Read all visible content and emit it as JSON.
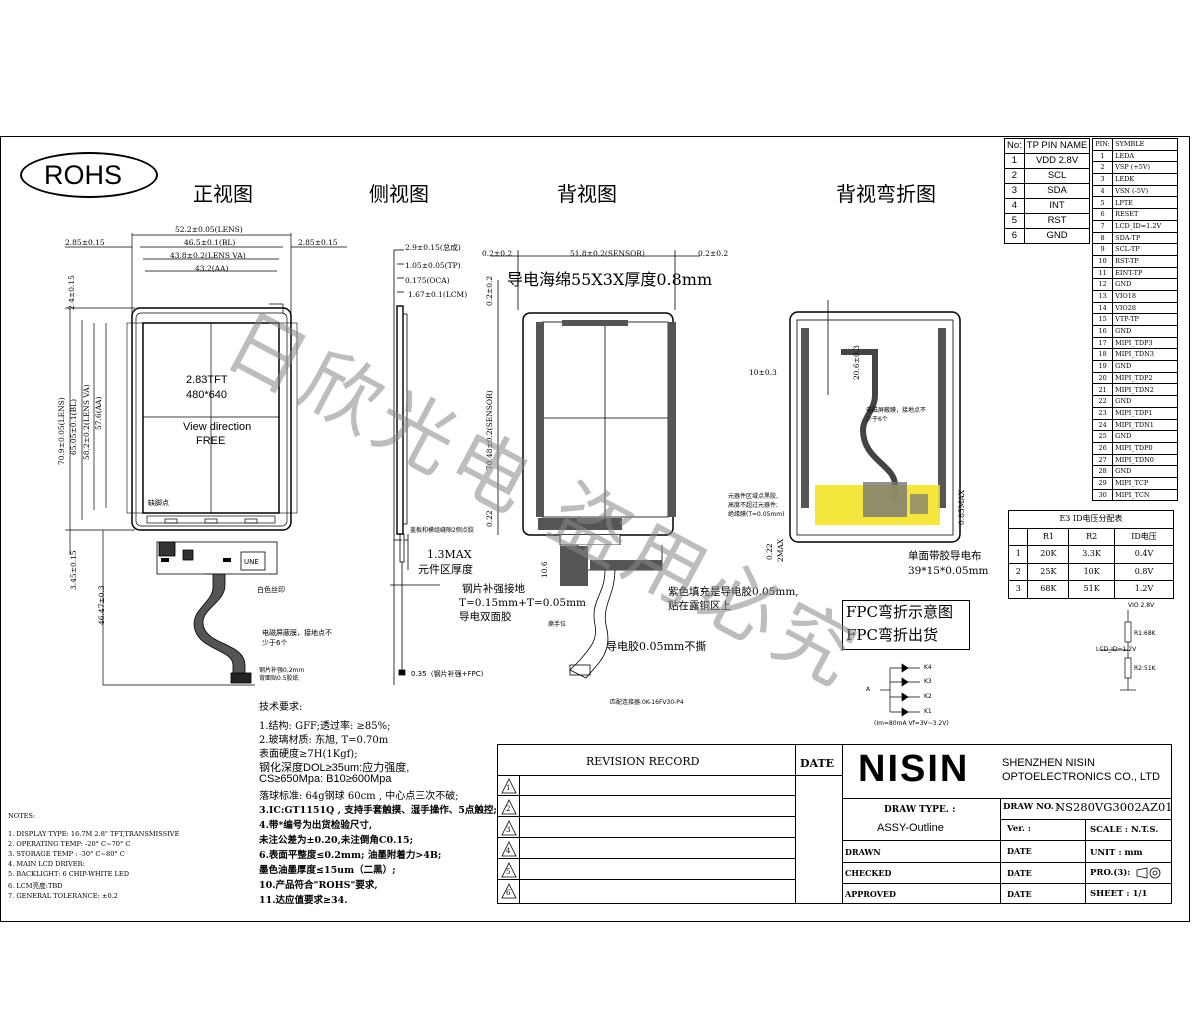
{
  "logo": {
    "rohs": "ROHS"
  },
  "views": {
    "front": "正视图",
    "side": "侧视图",
    "back": "背视图",
    "back_fold": "背视弯折图"
  },
  "front_dims": {
    "lens_w": "52.2±0.05(LENS)",
    "bl_w": "46.5±0.1(BL)",
    "lens_va": "43.8±0.2(LENS VA)",
    "aa": "43.2(AA)",
    "left_off": "2.85±0.15",
    "right_off": "2.85±0.15",
    "top_off": "2.4±0.15",
    "lens_h": "70.9±0.05(LENS)",
    "bl_h": "65.05±0.1(BL)",
    "va_h": "58.2±0.2(LENS VA)",
    "aa_h": "57.6(AA)",
    "bottom_off": "3.45±0.15",
    "total_h": "46.47±0.3",
    "center_text_1": "2.83TFT",
    "center_text_2": "480*640",
    "center_text_3": "View direction",
    "center_text_4": "FREE",
    "corner_mark": "缺脚点",
    "silk": "白色丝印",
    "shield_note_1": "电磁屏蔽膜，接地点不",
    "shield_note_2": "少于6个",
    "fpc_note_1": "钢片补强0.2mm",
    "fpc_note_2": "背面贴0.5胶纸",
    "fpc_label": "UNE"
  },
  "side_dims": {
    "total": "2.9±0.15(总成)",
    "tp": "1.05±0.05(TP)",
    "oca": "0.175(OCA)",
    "lcm": "1.67±0.1(LCM)",
    "gap_note": "盖板和模组缝隙2侧点胶",
    "max": "1.3MAX",
    "max_note": "元件区厚度",
    "bottom": "0.35（钢片补强+FPC)"
  },
  "back_dims": {
    "sensor_w": "51.8±0.2(SENSOR)",
    "left": "0.2±0.2",
    "right": "0.2±0.2",
    "top": "0.2±0.2",
    "sensor_h": "70.48±0.2(SENSOR)",
    "bottom": "0.22",
    "foam": "导电海绵55X3X厚度0.8mm",
    "fpc_len": "10.6",
    "steel_1": "钢片补强接地",
    "steel_2": "T=0.15mm+T=0.05mm",
    "steel_3": "导电双面胶",
    "purple_1": "紫色填充是导电胶0.05mm,",
    "purple_2": "贴在露铜区上",
    "tape_note": "撕手位",
    "cond": "导电胶0.05mm不撕",
    "connector": "匹配连接器:0K-16FV30-P4"
  },
  "fold_dims": {
    "d1": "10±0.3",
    "d2": "20.6±0.3",
    "shield_1": "电磁屏蔽膜，接地点不",
    "shield_2": "少于6个",
    "comp_1": "元器件区域点黑胶,",
    "comp_2": "高度不超过元器件;",
    "comp_3": "绝缘膜(T=0.05mm)",
    "h1": "0.22",
    "h2": "2MAX",
    "h3": "0.85MAX",
    "tape_1": "单面带胶导电布",
    "tape_2": "39*15*0.05mm",
    "fpc_show": "FPC弯折示意图",
    "fpc_ship": "FPC弯折出货"
  },
  "tp_table": {
    "headers": [
      "No:",
      "TP PIN NAME"
    ],
    "rows": [
      [
        "1",
        "VDD 2.8V"
      ],
      [
        "2",
        "SCL"
      ],
      [
        "3",
        "SDA"
      ],
      [
        "4",
        "INT"
      ],
      [
        "5",
        "RST"
      ],
      [
        "6",
        "GND"
      ]
    ]
  },
  "pin_table": {
    "headers": [
      "PIN:",
      "SYMBLE"
    ],
    "rows": [
      [
        "1",
        "LEDA"
      ],
      [
        "2",
        "VSP (+5V)"
      ],
      [
        "3",
        "LEDK"
      ],
      [
        "4",
        "VSN (-5V)"
      ],
      [
        "5",
        "LPTE"
      ],
      [
        "6",
        "RESET"
      ],
      [
        "7",
        "LCD_ID=1.2V"
      ],
      [
        "8",
        "SDA-TP"
      ],
      [
        "9",
        "SCL-TP"
      ],
      [
        "10",
        "RST-TP"
      ],
      [
        "11",
        "EINT-TP"
      ],
      [
        "12",
        "GND"
      ],
      [
        "13",
        "VIO18"
      ],
      [
        "14",
        "VIO28"
      ],
      [
        "15",
        "VTP-TP"
      ],
      [
        "16",
        "GND"
      ],
      [
        "17",
        "MIPI_TDP3"
      ],
      [
        "18",
        "MIPI_TDN3"
      ],
      [
        "19",
        "GND"
      ],
      [
        "20",
        "MIPI_TDP2"
      ],
      [
        "21",
        "MIPI_TDN2"
      ],
      [
        "22",
        "GND"
      ],
      [
        "23",
        "MIPI_TDP1"
      ],
      [
        "24",
        "MIPI_TDN1"
      ],
      [
        "25",
        "GND"
      ],
      [
        "26",
        "MIPI_TDP0"
      ],
      [
        "27",
        "MIPI_TDN0"
      ],
      [
        "28",
        "GND"
      ],
      [
        "29",
        "MIPI_TCP"
      ],
      [
        "30",
        "MIPI_TCN"
      ]
    ]
  },
  "e3_table": {
    "title": "E3 ID电压分配表",
    "headers": [
      "",
      "R1",
      "R2",
      "ID电压"
    ],
    "rows": [
      [
        "1",
        "20K",
        "3.3K",
        "0.4V"
      ],
      [
        "2",
        "25K",
        "10K",
        "0.8V"
      ],
      [
        "3",
        "68K",
        "51K",
        "1.2V"
      ]
    ]
  },
  "circuit": {
    "vio": "VIO 2.8V",
    "r1": "R1:68K",
    "lcd_id": "LCD_ID=1.2V",
    "r2": "R2:51K",
    "k4": "K4",
    "k3": "K3",
    "k2": "K2",
    "k1": "K1",
    "a": "A",
    "spec": "(Im=80mA   Vf=3V~3.2V)"
  },
  "tech": {
    "title": "技术要求:",
    "lines": [
      "1.结构: GFF;透过率: ≥85%;",
      "2.玻璃材质: 东旭, T=0.70m",
      "  表面硬度≥7H(1Kgf);",
      "钢化深度DOL≥35um:应力强度,",
      "CS≥650Mpa: B10≥600Mpa",
      "落球标准: 64g钢球  60cm , 中心点三次不破;"
    ],
    "bold_lines": [
      "3.IC:GT1151Q , 支持手套触摸、湿手操作、5点触控;",
      "4.带*编号为出货检验尺寸,",
      "未注公差为±0.20,未注倒角C0.15;",
      "6.表面平整度≤0.2mm; 油墨附着力>4B;",
      "墨色油墨厚度≤15um（二黑）;",
      "10.产品符合\"ROHS\"要求,",
      "11.达应值要求≥34."
    ]
  },
  "notes": {
    "title": "NOTES:",
    "lines": [
      "1. DISPLAY TYPE: 16.7M  2.8\" TFT,TRANSMISSIVE",
      "2. OPERATING TEMP: -20° C~70° C",
      "3. STORAGE TEMP : -30° C~80° C",
      "4. MAIN LCD DRIVER:",
      "5. BACKLIGHT: 6 CHIP-WHITE LED",
      "6. LCM亮度:TBD",
      "7. GENERAL TOLERANCE: ±0.2"
    ]
  },
  "title_block": {
    "revision_record": "REVISION  RECORD",
    "date": "DATE",
    "rev_marks": [
      "1",
      "2",
      "3",
      "4",
      "5",
      "6"
    ],
    "brand": "NISIN",
    "company_1": "SHENZHEN NISIN",
    "company_2": "OPTOELECTRONICS CO., LTD",
    "draw_type_label": "DRAW  TYPE. :",
    "draw_type": "ASSY-Outline",
    "draw_no_label": "DRAW NO. :",
    "draw_no": "NS280VG3002AZ01",
    "ver_label": "Ver. :",
    "scale_label": "SCALE : N.T.S.",
    "drawn": "DRAWN",
    "checked": "CHECKED",
    "approved": "APPROVED",
    "date_1": "DATE",
    "date_2": "DATE",
    "date_3": "DATE",
    "unit": "UNIT : mm",
    "pro": "PRO.(3):",
    "sheet": "SHEET :  1/1"
  },
  "watermark": "日欣光电 盗用必究"
}
